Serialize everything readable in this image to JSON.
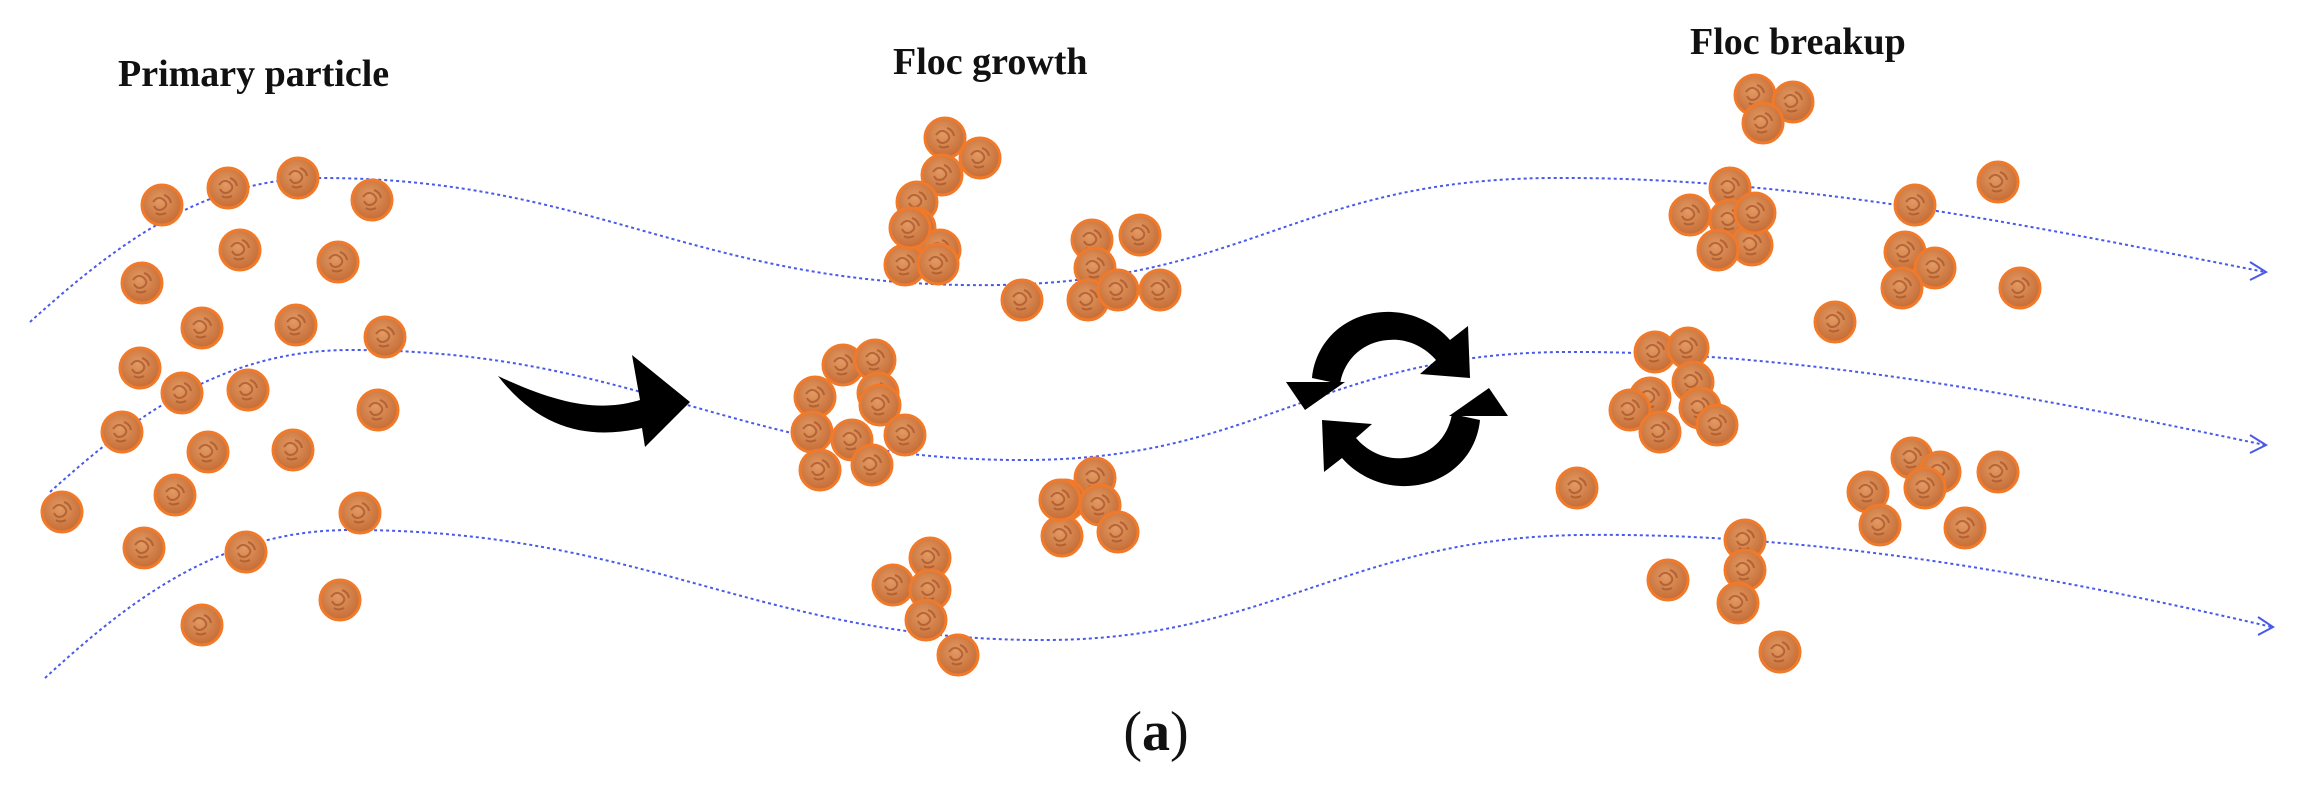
{
  "labels": {
    "primary": "Primary particle",
    "growth": "Floc growth",
    "breakup": "Floc breakup"
  },
  "caption": {
    "open": "(",
    "letter": "a",
    "close": ")"
  },
  "colors": {
    "particle_fill": "#d9834a",
    "particle_stroke": "#f07a2a",
    "flow_line": "#4a5ae8",
    "arrow": "#000000"
  },
  "icons": {
    "process_arrow": "curved-right-arrow-icon",
    "cycle": "refresh-cycle-icon"
  }
}
